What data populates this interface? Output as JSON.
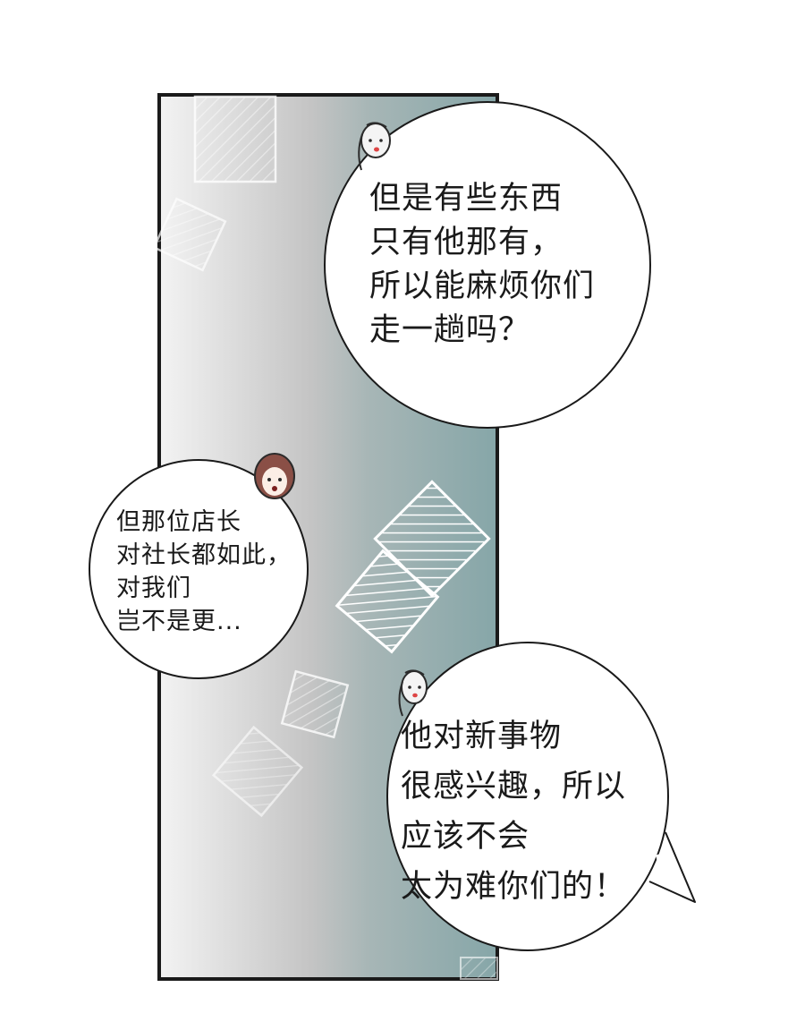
{
  "panel": {
    "colors": {
      "border": "#1a1a1a",
      "gradient_left": "#f2f2f2",
      "gradient_mid": "#c9c9c9",
      "gradient_right": "#8aa9aa",
      "pattern": "#ffffff"
    }
  },
  "bubbles": [
    {
      "speaker_icon": "pale-character-face-icon",
      "lines": [
        "但是有些东西",
        "只有他那有，",
        "所以能麻烦你们",
        "走一趟吗？"
      ]
    },
    {
      "speaker_icon": "brown-haired-girl-face-icon",
      "lines": [
        "但那位店长",
        "对社长都如此，",
        "对我们",
        "岂不是更..."
      ]
    },
    {
      "speaker_icon": "pale-character-face-icon",
      "lines": [
        "他对新事物",
        "很感兴趣，所以",
        "应该不会",
        "太为难你们的！"
      ]
    }
  ]
}
